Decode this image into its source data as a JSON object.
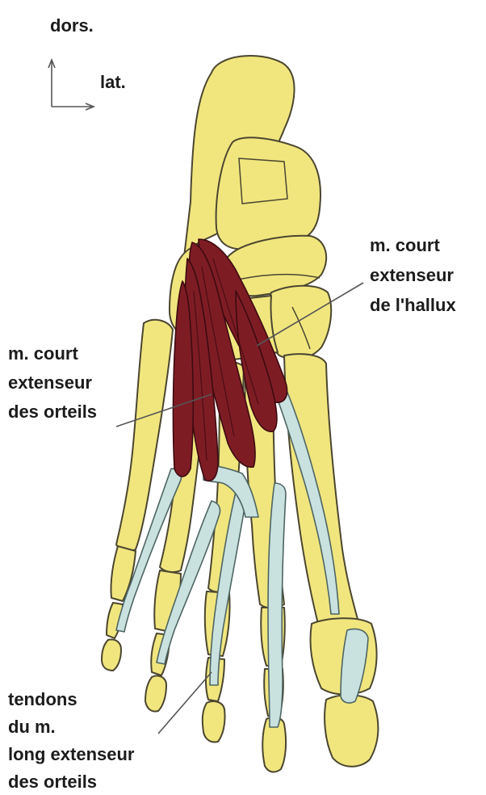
{
  "orientation": {
    "dorsal_label": "dors.",
    "lateral_label": "lat."
  },
  "labels": {
    "extensor_hallucis_brevis": [
      "m. court",
      "extenseur",
      "de l'hallux"
    ],
    "extensor_digitorum_brevis": [
      "m. court",
      "extenseur",
      "des orteils"
    ],
    "extensor_digitorum_longus_tendons": [
      "tendons",
      "du m.",
      "long extenseur",
      "des orteils"
    ]
  },
  "colors": {
    "bone": "#f1e67e",
    "bone_outline": "#4b4630",
    "muscle": "#7e1c24",
    "muscle_outline": "#3d0b10",
    "tendon": "#c9e2e0",
    "tendon_outline": "#4d6563"
  }
}
